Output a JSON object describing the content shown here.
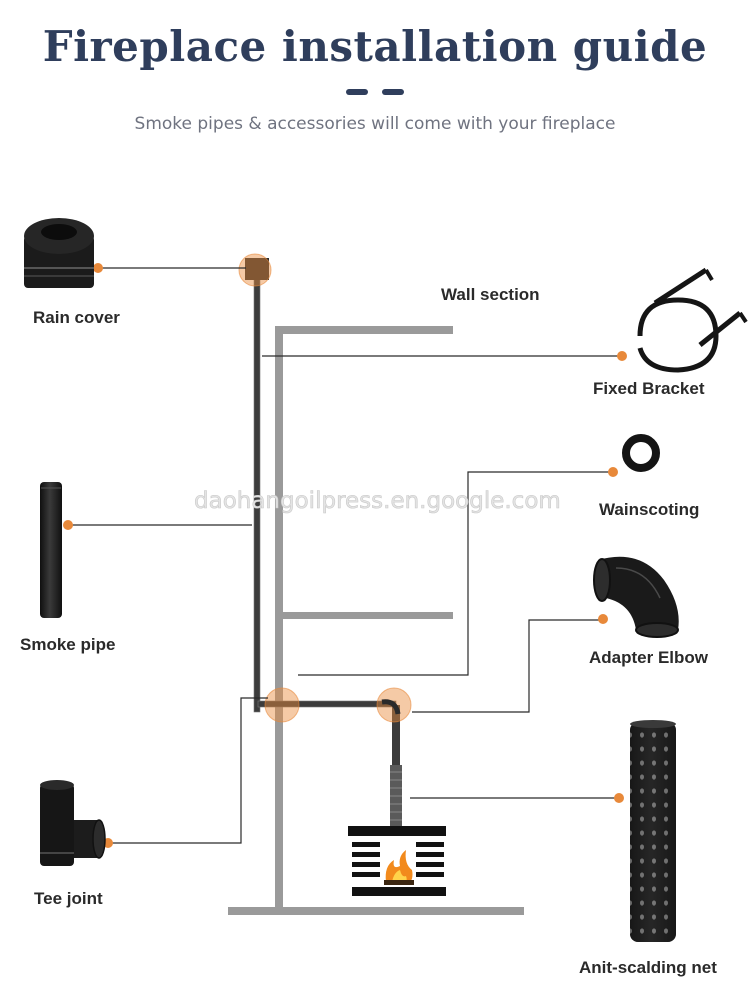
{
  "header": {
    "title": "Fireplace installation guide",
    "subtitle": "Smoke pipes & accessories will come with your fireplace"
  },
  "labels": {
    "wall_section": "Wall section",
    "rain_cover": "Rain cover",
    "fixed_bracket": "Fixed Bracket",
    "wainscoting": "Wainscoting",
    "smoke_pipe": "Smoke pipe",
    "adapter_elbow": "Adapter Elbow",
    "tee_joint": "Tee joint",
    "anti_scalding_net": "Anit-scalding net"
  },
  "watermark": "daohangoilpress.en.google.com",
  "colors": {
    "title": "#2f3e5c",
    "accent": "#e8893a",
    "wall": "#9a9a9a",
    "pipe": "#3c3c3c"
  }
}
